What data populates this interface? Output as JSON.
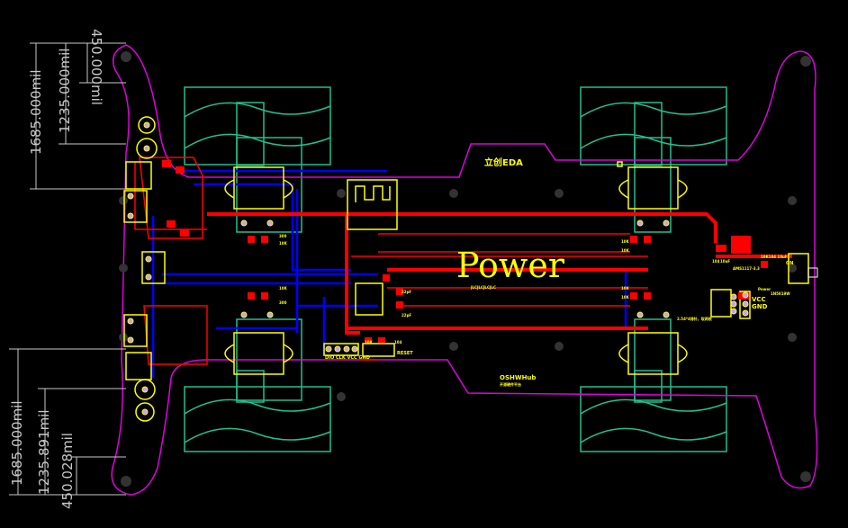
{
  "colors": {
    "background": "#000000",
    "board_outline": "#e000e0",
    "top_copper": "#ff0000",
    "bottom_copper": "#0000ff",
    "silkscreen": "#ffff00",
    "mechanical": "#20c090",
    "dimension": "#c8c8c8",
    "hole": "#333333"
  },
  "dimensions": {
    "top_left": [
      "1685.000mil",
      "1235.000mil",
      "450.000mil"
    ],
    "bottom_left": [
      "1685.000mil",
      "1235.891mil",
      "450.028mil"
    ]
  },
  "silkscreen": {
    "power_title": "Power",
    "power_subtitle": "JLCJLCJLCJLC",
    "logo_lceda": "立创EDA",
    "logo_oshwhub": "OSHWHub",
    "oshwhub_sub": "开源硬件平台",
    "header_pins": "DIO CLK VCC GND",
    "reset": "RESET",
    "vcc": "VCC",
    "gnd": "GND",
    "on": "ON",
    "power_led": "Power",
    "regulator": "AMS1117-3.3",
    "diode": "1N5819W",
    "cap_row": "10K104 10uF",
    "cap_104": "104",
    "cap_10uf": "10uF",
    "header_note": "2.54*4排针，取两根",
    "reset_res": "10K",
    "reset_cap": "104",
    "crystal_caps": [
      "22pF",
      "22pF"
    ],
    "res_labels": [
      "10K",
      "10K",
      "10K",
      "10K"
    ],
    "mid_labels": [
      "300",
      "10K",
      "10K",
      "300"
    ]
  }
}
